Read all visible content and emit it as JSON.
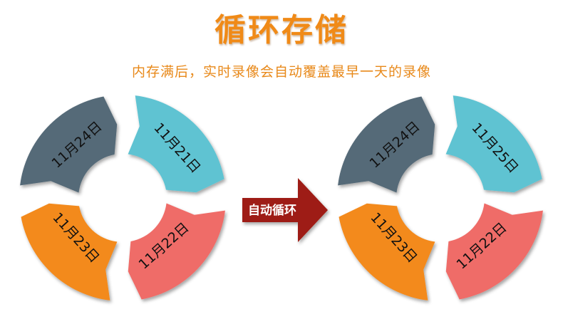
{
  "header": {
    "title": "循环存储",
    "subtitle": "内存满后，实时录像会自动覆盖最早一天的录像"
  },
  "cycle_before": {
    "segments": [
      {
        "label": "11月24日",
        "color": "#556a78"
      },
      {
        "label": "11月21日",
        "color": "#5ec3d2"
      },
      {
        "label": "11月22日",
        "color": "#ef6c68"
      },
      {
        "label": "11月23日",
        "color": "#f38a1e"
      }
    ]
  },
  "cycle_after": {
    "segments": [
      {
        "label": "11月24日",
        "color": "#556a78"
      },
      {
        "label": "11月25日",
        "color": "#5ec3d2"
      },
      {
        "label": "11月22日",
        "color": "#ef6c68"
      },
      {
        "label": "11月23日",
        "color": "#f38a1e"
      }
    ]
  },
  "arrow": {
    "label": "自动循环",
    "color": "#9e1b12"
  }
}
